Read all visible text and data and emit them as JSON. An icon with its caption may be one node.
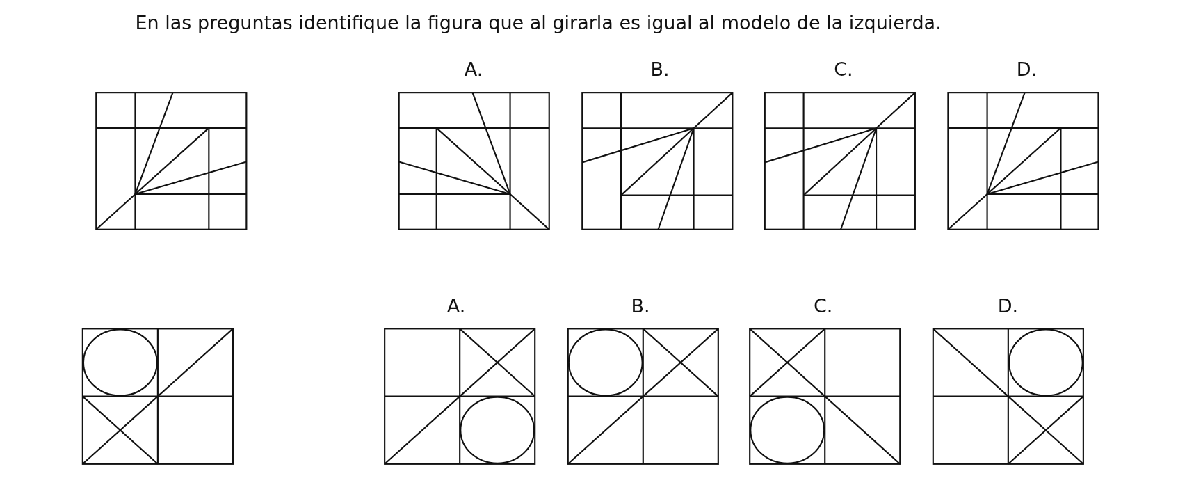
{
  "diagram": {
    "title": "En las preguntas  identifique la figura que al girarla es igual al modelo de la izquierda.",
    "labels": [
      "A.",
      "B.",
      "C.",
      "D.",
      "A.",
      "B.",
      "C.",
      "D."
    ]
  }
}
